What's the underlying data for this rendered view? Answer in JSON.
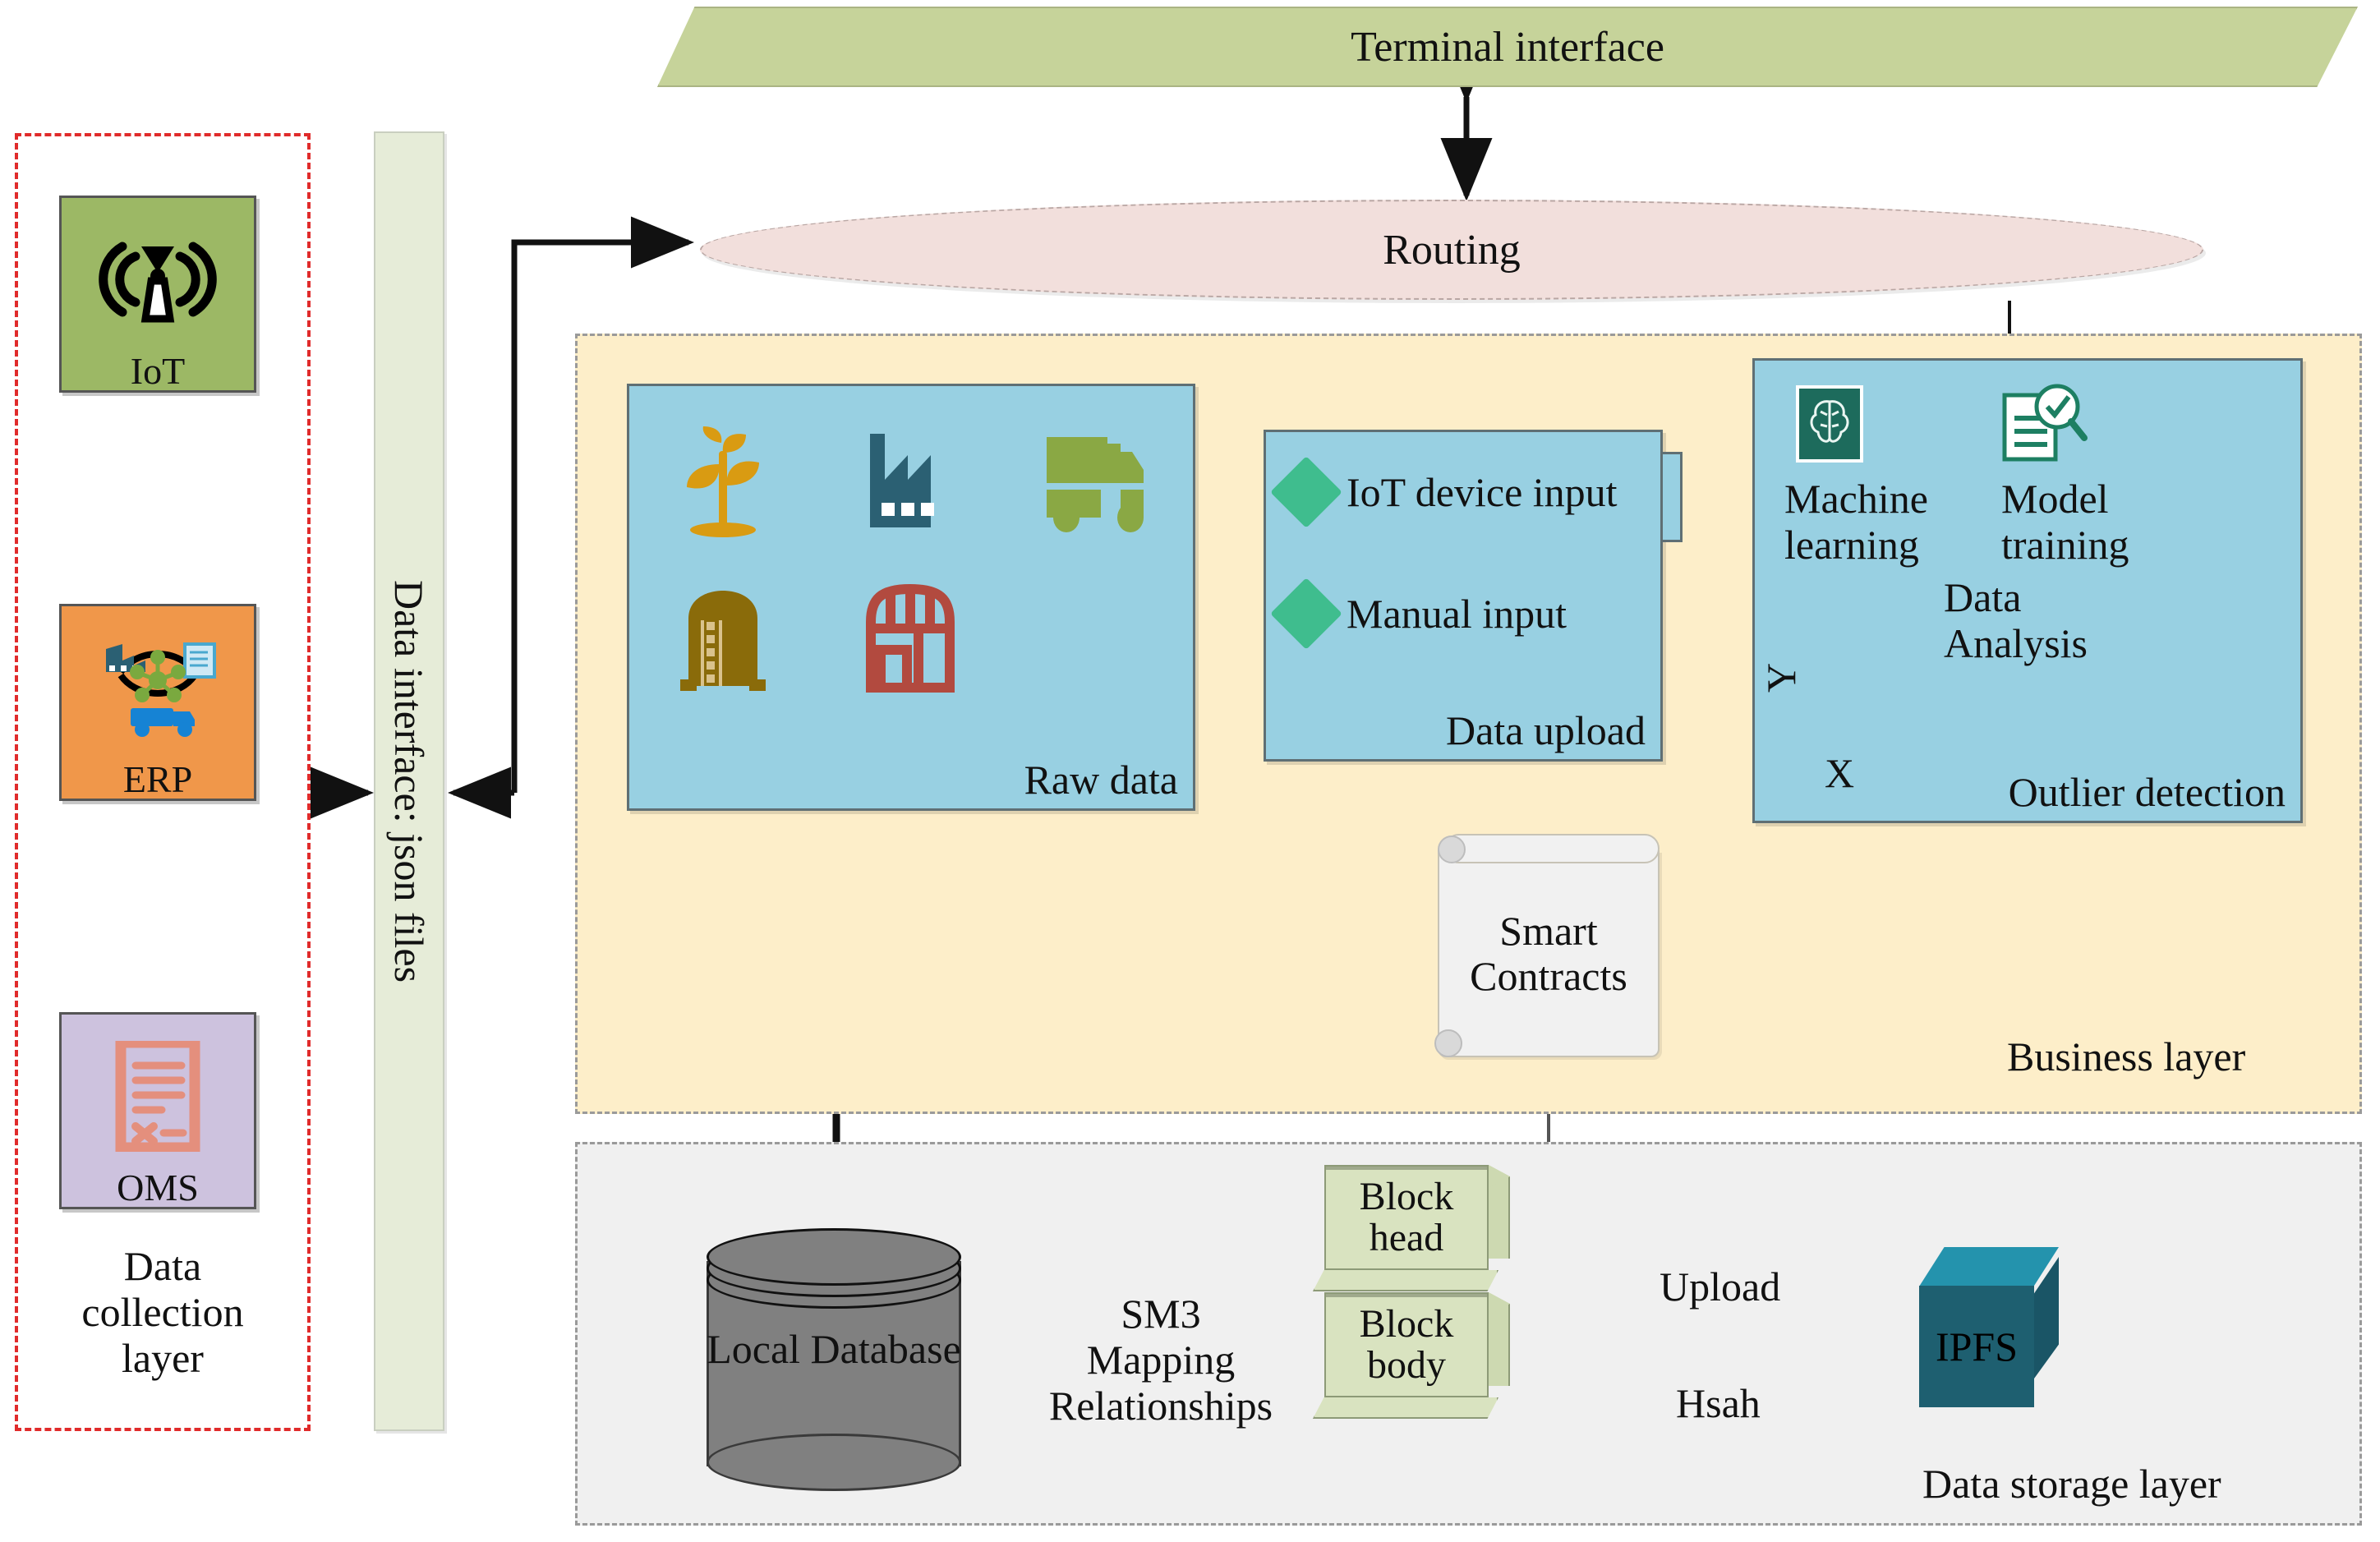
{
  "title": "Blockchain traceability system layered architecture",
  "layers": {
    "collection": {
      "caption": "Data\ncollection\nlayer",
      "border_color": "#e02b2b"
    },
    "business": {
      "caption": "Business layer",
      "bg": "#fdeec9"
    },
    "storage": {
      "caption": "Data storage layer",
      "bg": "#f0f0f0"
    }
  },
  "sources": [
    {
      "label": "IoT",
      "bg": "#9cb865",
      "icon": "iot-antenna-icon"
    },
    {
      "label": "ERP",
      "bg": "#f0974a",
      "icon": "erp-cycle-icon"
    },
    {
      "label": "OMS",
      "bg": "#cdc2de",
      "icon": "oms-document-icon"
    }
  ],
  "data_interface": {
    "label": "Data interface: json files",
    "bg": "#e6ecd8"
  },
  "terminal": {
    "label": "Terminal interface",
    "bg": "#c6d39a"
  },
  "routing": {
    "label": "Routing",
    "bg": "#f2dfdc"
  },
  "raw_data": {
    "caption": "Raw data",
    "bg": "#98d0e2",
    "icons": [
      {
        "name": "seedling-icon",
        "color": "#d99b12"
      },
      {
        "name": "factory-icon",
        "color": "#2b6073"
      },
      {
        "name": "truck-icon",
        "color": "#8aa844"
      },
      {
        "name": "silo-icon",
        "color": "#8a6b0a"
      },
      {
        "name": "storefront-icon",
        "color": "#b24a3f"
      }
    ]
  },
  "data_upload": {
    "caption": "Data upload",
    "bg": "#98d0e2",
    "bullet_color": "#3fbd8e",
    "items": [
      "IoT device input",
      "Manual input"
    ]
  },
  "analytics": {
    "caption": "Outlier detection",
    "bg": "#98d0e2",
    "machine_learning": "Machine\nlearning",
    "model_training": "Model\ntraining",
    "data_analysis": "Data\nAnalysis",
    "axis_y": "Y",
    "axis_x": "X",
    "brain_icon_bg": "#1d6b5c",
    "plot_color": "#2b3fc4"
  },
  "smart_contracts": {
    "label": "Smart\nContracts",
    "bg": "#f1f1f1"
  },
  "database": {
    "label": "Local\nDatabase",
    "bg": "#808080"
  },
  "blocks": [
    {
      "label": "Block\nhead",
      "bg": "#d9e3c0"
    },
    {
      "label": "Block\nbody",
      "bg": "#d9e3c0"
    }
  ],
  "ipfs": {
    "label": "IPFS",
    "top": "#2493ad",
    "front": "#1e5f70"
  },
  "edge_labels": {
    "sm3_mapping": "SM3\nMapping\nRelationships",
    "upload_hash_top": "Upload",
    "upload_hash_bottom": "Hsah"
  }
}
